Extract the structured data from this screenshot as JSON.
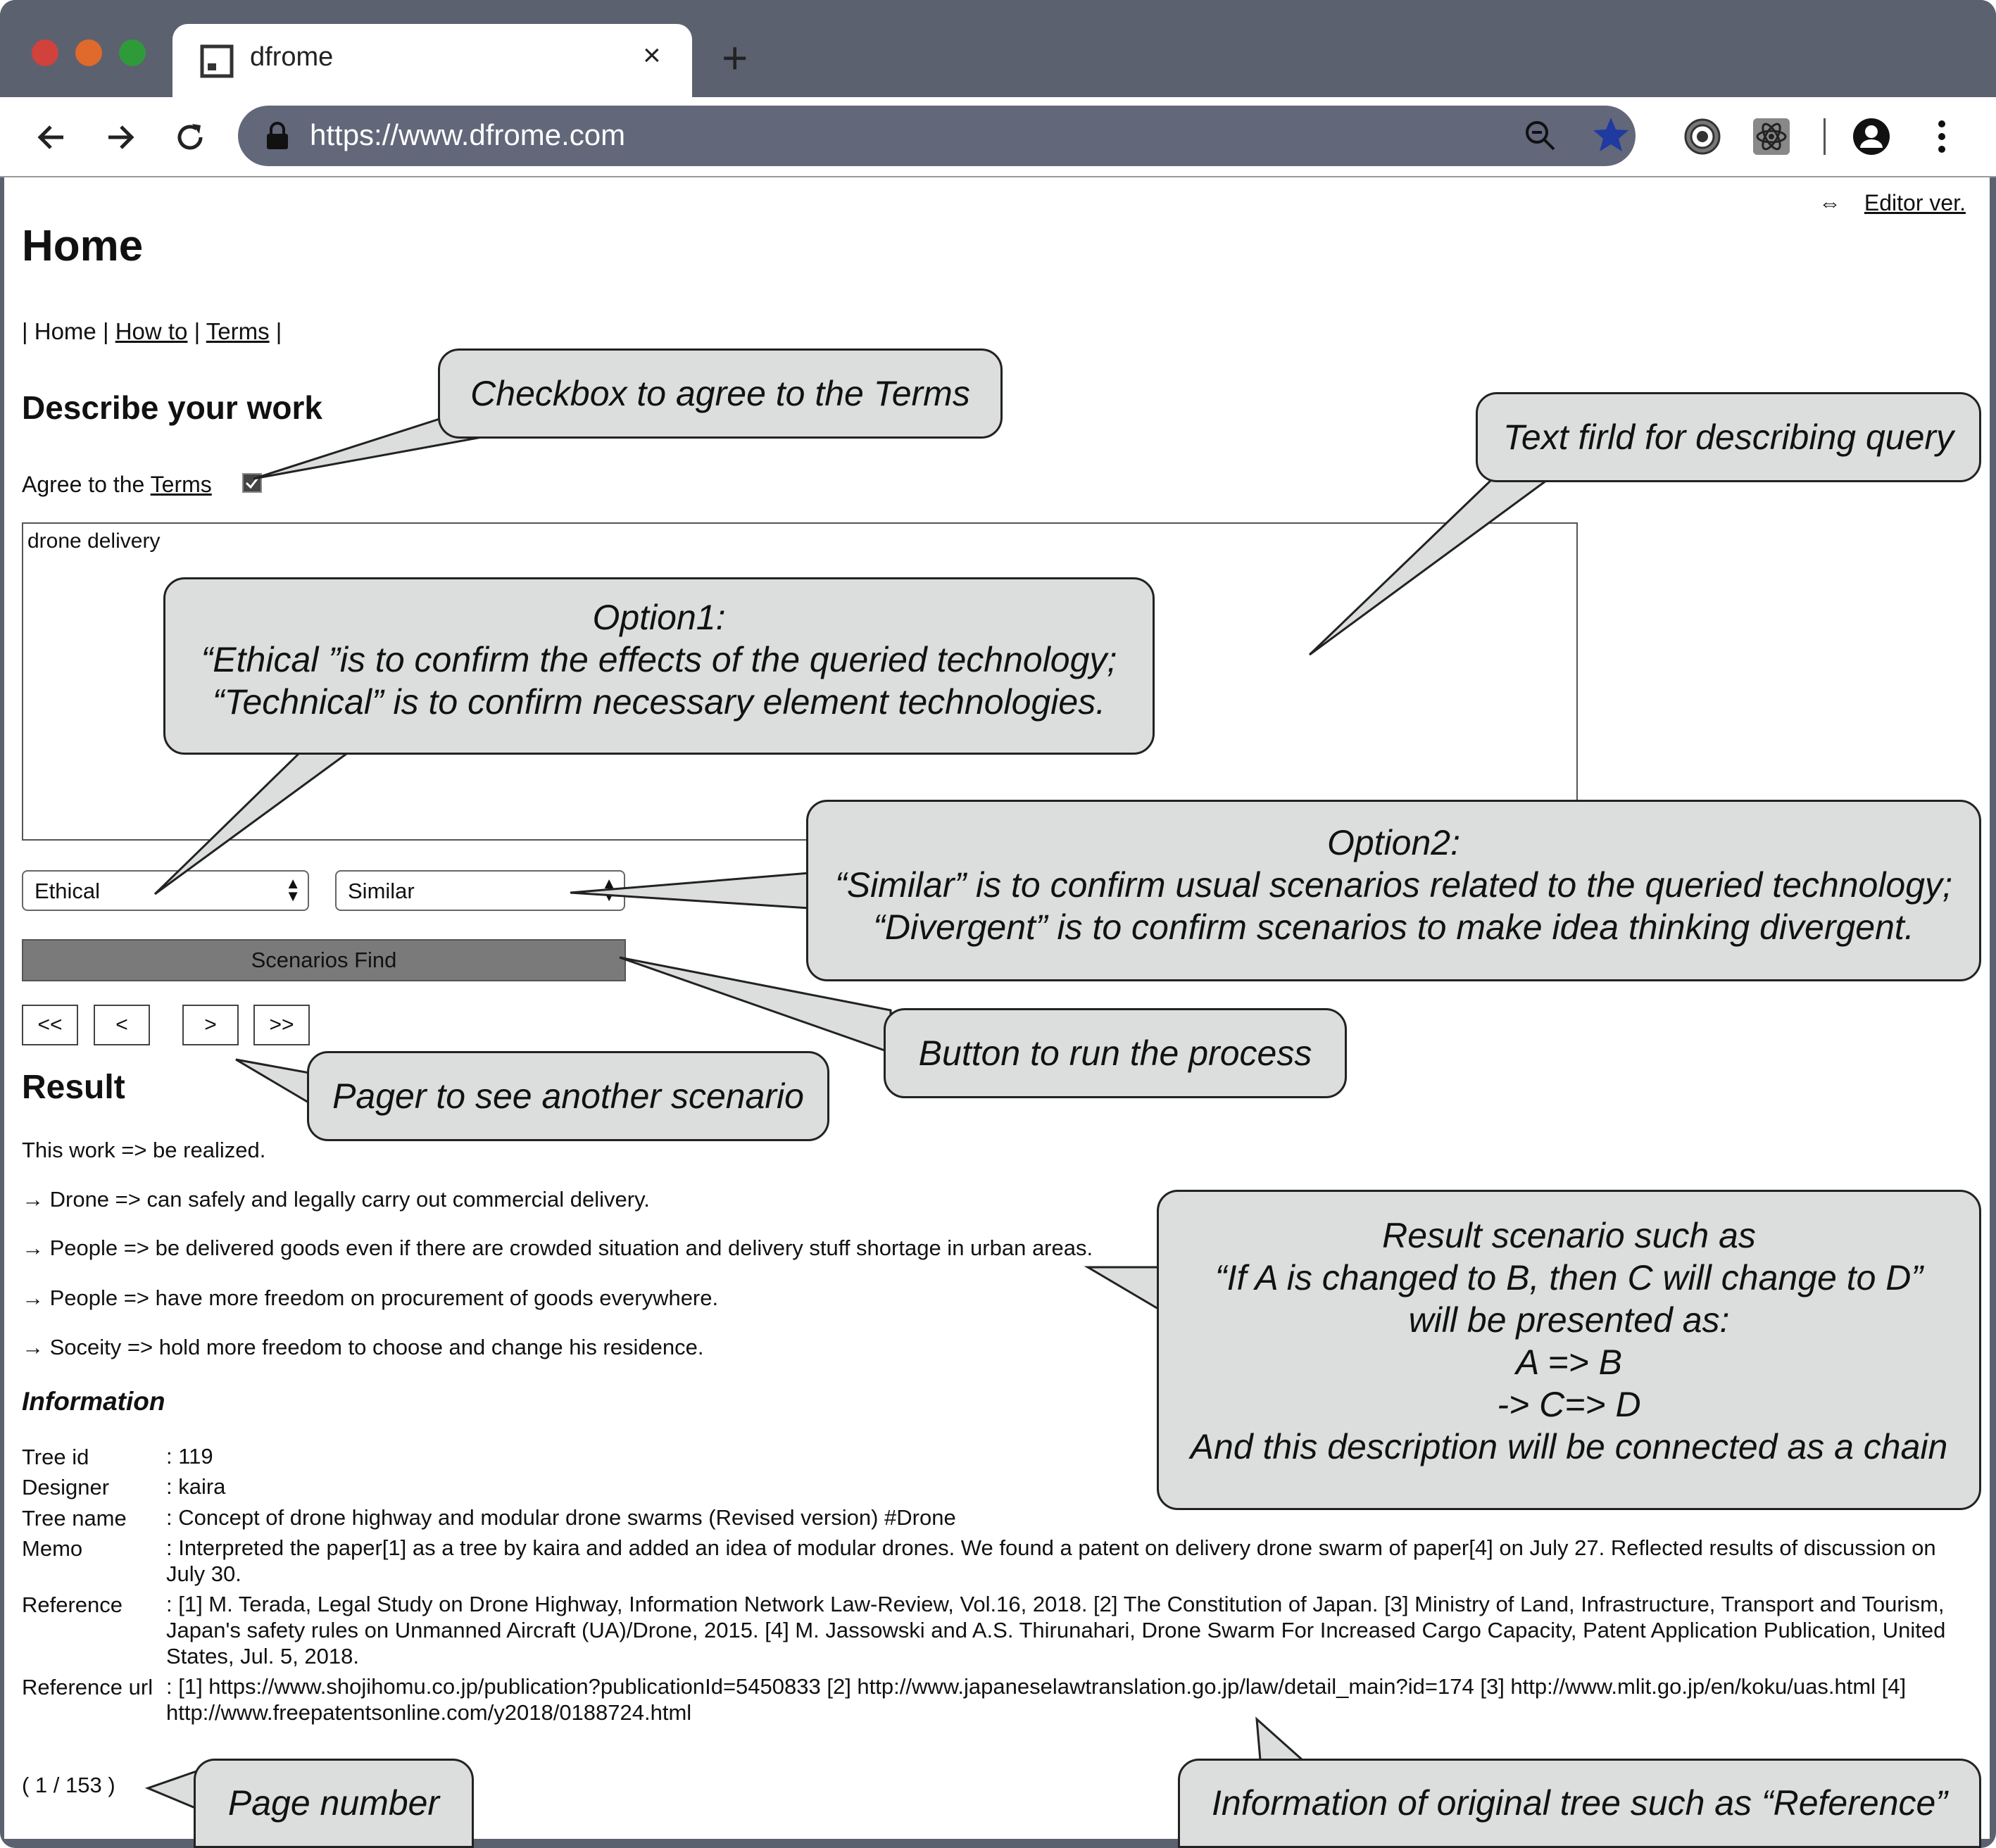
{
  "browser": {
    "tab_title": "dfrome",
    "tab_close": "×",
    "new_tab": "+",
    "url": "https://www.dfrome.com",
    "traffic_colors": [
      "#d0423b",
      "#df6a2c",
      "#2f9a3a"
    ],
    "star_color": "#1f3aa0"
  },
  "page": {
    "editor_arrow": "⇔",
    "editor_link": "Editor ver.",
    "title": "Home",
    "nav": {
      "sep": "|",
      "home": "Home",
      "howto": "How to",
      "terms": "Terms"
    },
    "describe_title": "Describe your work",
    "agree_prefix": "Agree to the",
    "agree_link": "Terms",
    "query_value": "drone delivery",
    "option1_value": "Ethical",
    "option2_value": "Similar",
    "find_button": "Scenarios Find",
    "pager": {
      "first": "<<",
      "prev": "<",
      "next": ">",
      "last": ">>"
    },
    "result_title": "Result",
    "result_lines": [
      "This work => be realized.",
      "→  Drone => can safely and legally carry out commercial delivery.",
      "→  People => be delivered goods even if there are crowded situation and delivery stuff shortage in urban areas.",
      "→  People => have more freedom on procurement of goods everywhere.",
      "→  Soceity => hold more freedom to choose and change his residence."
    ],
    "info_title": "Information",
    "info": {
      "tree_id_label": "Tree id",
      "tree_id": ": 119",
      "designer_label": "Designer",
      "designer": ": kaira",
      "tree_name_label": "Tree name",
      "tree_name": ": Concept of drone highway and modular drone swarms (Revised version) #Drone",
      "memo_label": "Memo",
      "memo": ": Interpreted the paper[1] as a tree by kaira and added an idea of modular drones. We found a patent on delivery drone swarm of paper[4] on July 27. Reflected results of discussion on July 30.",
      "reference_label": "Reference",
      "reference": ": [1] M. Terada, Legal Study on Drone Highway, Information Network Law-Review, Vol.16, 2018. [2] The Constitution of Japan. [3] Ministry of Land, Infrastructure, Transport and Tourism, Japan's safety rules on Unmanned Aircraft (UA)/Drone, 2015. [4] M. Jassowski and A.S. Thirunahari, Drone Swarm For Increased Cargo Capacity, Patent Application Publication, United States, Jul. 5, 2018.",
      "reference_url_label": "Reference url",
      "reference_url": ": [1] https://www.shojihomu.co.jp/publication?publicationId=5450833 [2] http://www.japaneselawtranslation.go.jp/law/detail_main?id=174 [3] http://www.mlit.go.jp/en/koku/uas.html [4] http://www.freepatentsonline.com/y2018/0188724.html"
    },
    "page_number": "( 1 / 153 )"
  },
  "callouts": {
    "checkbox": "Checkbox to agree to the Terms",
    "textfield": "Text firld for describing query",
    "option1": [
      "Option1:",
      "“Ethical ”is to confirm the effects of the queried technology;",
      "“Technical” is to confirm necessary element technologies."
    ],
    "option2": [
      "Option2:",
      "“Similar” is to confirm usual scenarios related to the queried technology;",
      "“Divergent” is to confirm scenarios to make idea thinking divergent."
    ],
    "button": "Button to run the process",
    "pager": "Pager to see another scenario",
    "result": [
      "Result scenario such as",
      "“If A is changed to B, then C will change to D”",
      "will be presented as:",
      "A => B",
      "-> C=> D",
      "And this description will be connected as a chain"
    ],
    "page_number": "Page number",
    "information": "Information of original tree such as “Reference”"
  }
}
